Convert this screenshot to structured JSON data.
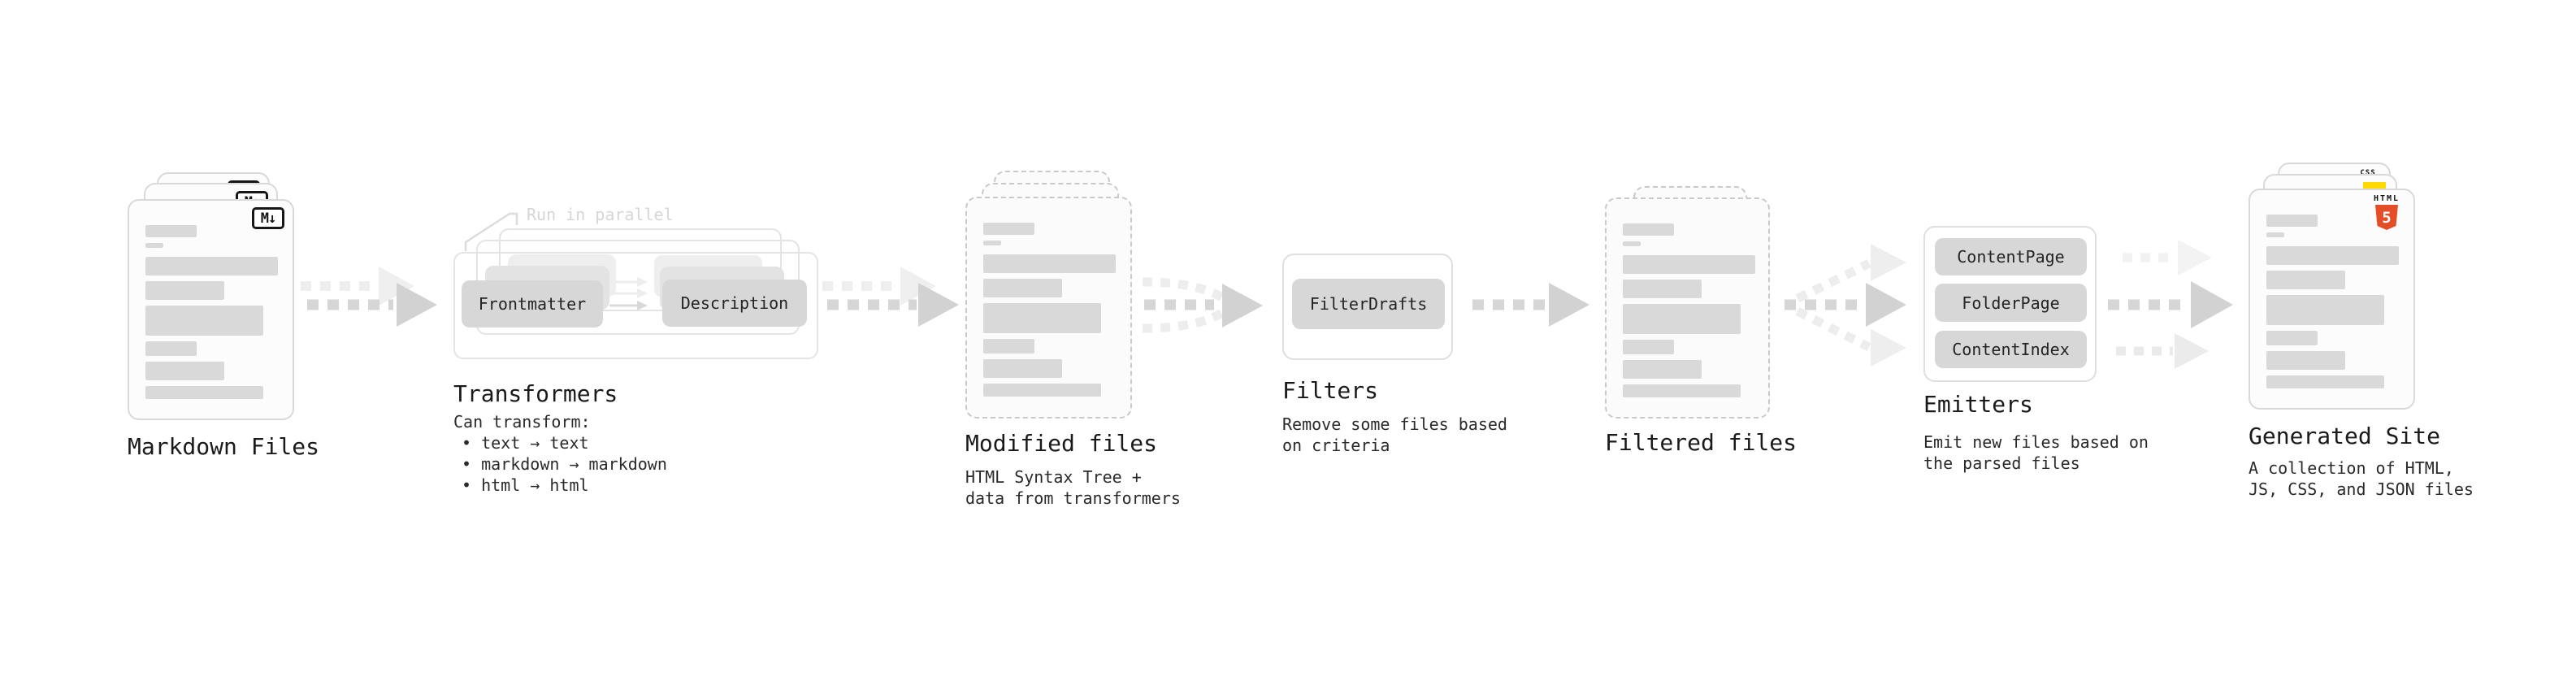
{
  "diagram": {
    "nodes": {
      "markdown_files": {
        "title": "Markdown Files",
        "badge": "M↓"
      },
      "transformers": {
        "title": "Transformers",
        "annotation": "Run in parallel",
        "plugins": [
          "Frontmatter",
          "Description"
        ],
        "description_lines": [
          "Can transform:",
          "• text → text",
          "• markdown → markdown",
          "• html → html"
        ]
      },
      "modified_files": {
        "title": "Modified files",
        "description_lines": [
          "HTML Syntax Tree +",
          "data from transformers"
        ]
      },
      "filters": {
        "title": "Filters",
        "plugins": [
          "FilterDrafts"
        ],
        "description_lines": [
          "Remove some files based",
          "on criteria"
        ]
      },
      "filtered_files": {
        "title": "Filtered files"
      },
      "emitters": {
        "title": "Emitters",
        "plugins": [
          "ContentPage",
          "FolderPage",
          "ContentIndex"
        ],
        "description_lines": [
          "Emit new files based on",
          "the parsed files"
        ]
      },
      "generated_site": {
        "title": "Generated Site",
        "badges": {
          "html_word": "HTML",
          "html_number": "5",
          "css": "CSS"
        },
        "description_lines": [
          "A collection of HTML,",
          "JS, CSS, and JSON files"
        ]
      }
    },
    "colors": {
      "html5_orange": "#e44d26",
      "js_yellow": "#ffd900",
      "css_blue": "#2b63f0",
      "skeleton_gray": "#d9d9d9",
      "arrow_dark": "#d4d4d4",
      "arrow_light": "#ececec"
    }
  }
}
